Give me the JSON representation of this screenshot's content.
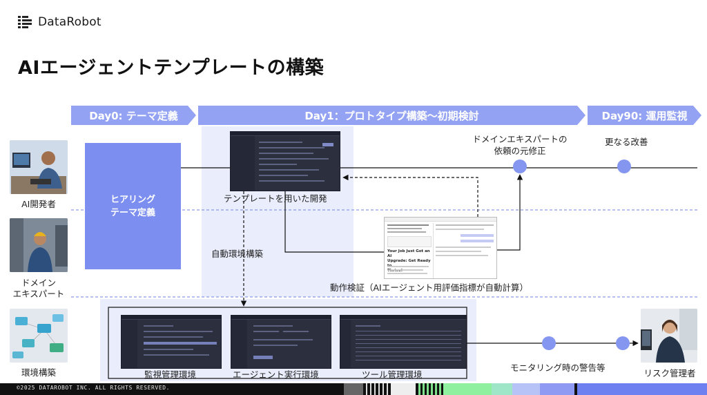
{
  "brand": {
    "name": "DataRobot"
  },
  "title": "AIエージェントテンプレートの構築",
  "phases": [
    {
      "label": "Day0: テーマ定義"
    },
    {
      "label": "Day1：プロトタイプ構築〜初期検討"
    },
    {
      "label": "Day90: 運用監視"
    }
  ],
  "roles": {
    "ai_developer": "AI開発者",
    "domain_expert_line1": "ドメイン",
    "domain_expert_line2": "エキスパート",
    "env_build": "環境構築",
    "risk_manager": "リスク管理者"
  },
  "hearing": {
    "line1": "ヒアリング",
    "line2": "テーマ定義"
  },
  "steps": {
    "template_dev": "テンプレートを用いた開発",
    "auto_env": "自動環境構築",
    "fix_line1": "ドメインエキスパートの",
    "fix_line2": "依頼の元修正",
    "improve": "更なる改善",
    "validation": "動作検証（AIエージェント用評価指標が自動計算）",
    "alert": "モニタリング時の警告等"
  },
  "environments": {
    "monitoring": "監視管理環境",
    "agent_exec": "エージェント実行環境",
    "tool_mgmt": "ツール管理環境"
  },
  "doc_preview": {
    "headline_line1": "Your Job Just Got an AI",
    "headline_line2": "Upgrade: Get Ready to",
    "headline_line3": "Thrive!"
  },
  "footer": {
    "copyright": "©2025 DATAROBOT INC. ALL RIGHTS RESERVED."
  },
  "colors": {
    "accent": "#7c8ef0",
    "phase": "#93a2f3",
    "band": "#e9edfc",
    "node": "#8596f1"
  }
}
